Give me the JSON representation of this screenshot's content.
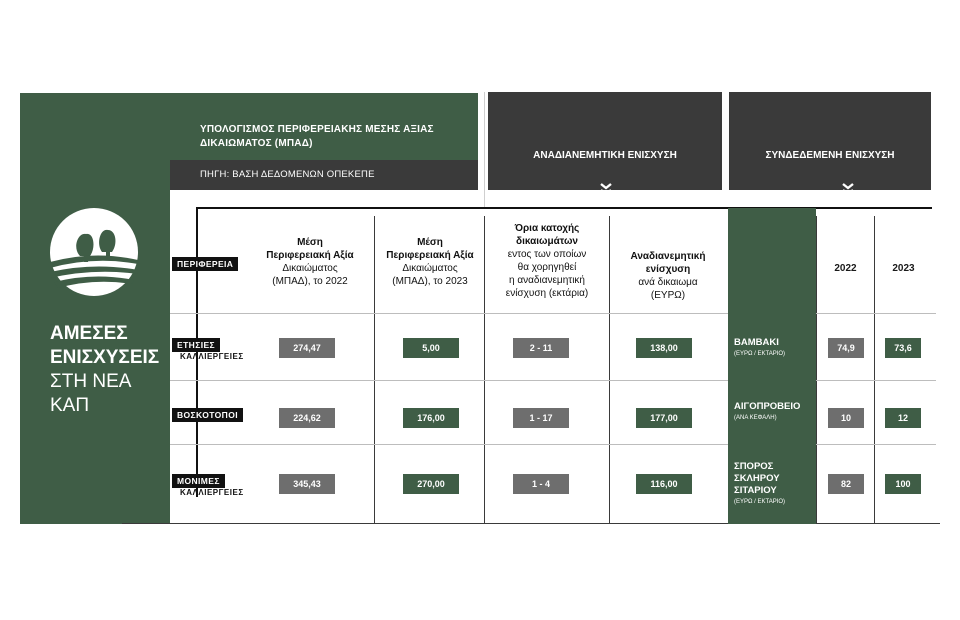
{
  "left_panel": {
    "line1": "ΑΜΕΣΕΣ",
    "line2": "ΕΝΙΣΧΥΣΕΙΣ",
    "line3": "ΣΤΗ ΝΕΑ",
    "line4": "ΚΑΠ"
  },
  "header": {
    "title_line1": "ΥΠΟΛΟΓΙΣΜΟΣ ΠΕΡΙΦΕΡΕΙΑΚΗΣ ΜΕΣΗΣ ΑΞΙΑΣ",
    "title_line2": "ΔΙΚΑΙΩΜΑΤΟΣ (ΜΠΑΔ)",
    "source": "ΠΗΓΗ: ΒΑΣΗ ΔΕΔΟΜΕΝΩΝ ΟΠΕΚΕΠΕ"
  },
  "sections": {
    "redistributive": "ΑΝΑΔΙΑΝΕΜΗΤΙΚΗ ΕΝΙΣΧΥΣΗ",
    "coupled": "ΣΥΝΔΕΔΕΜΕΝΗ ΕΝΙΣΧΥΣΗ"
  },
  "columns": {
    "region": "ΠΕΡΙΦΕΡΕΙΑ",
    "avg2022": [
      "Μέση",
      "Περιφερειακή Αξία",
      "Δικαιώματος",
      "(ΜΠΑΔ), το 2022"
    ],
    "avg2023": [
      "Μέση",
      "Περιφερειακή Αξία",
      "Δικαιώματος",
      "(ΜΠΑΔ), το 2023"
    ],
    "limits": [
      "Όρια κατοχής",
      "δικαιωμάτων",
      "εντος των οποίων",
      "θα χορηγηθεί",
      "η αναδιανεμητική",
      "ενίσχυση (εκτάρια)"
    ],
    "redist": [
      "Αναδιανεμητική",
      "ενίσχυση",
      "ανά δικαιωμα",
      "(ΕΥΡΩ)"
    ],
    "year1": "2022",
    "year2": "2023"
  },
  "rows": [
    {
      "tag": "ΕΤΗΣΙΕΣ",
      "sub": "ΚΑΛΛΙΕΡΓΕΙΕΣ",
      "avg2022": "274,47",
      "avg2023": "5,00",
      "limits": "2 - 11",
      "redist": "138,00",
      "crop": "ΒΑΜΒΑΚΙ",
      "crop2": "",
      "unit": "(ΕΥΡΩ / ΕΚΤΑΡΙΟ)",
      "y2022": "74,9",
      "y2023": "73,6"
    },
    {
      "tag": "ΒΟΣΚΟΤΟΠΟΙ",
      "sub": "",
      "avg2022": "224,62",
      "avg2023": "176,00",
      "limits": "1 - 17",
      "redist": "177,00",
      "crop": "ΑΙΓΟΠΡΟΒΕΙΟ",
      "crop2": "",
      "unit": "(ΑΝΑ ΚΕΦΑΛΗ)",
      "y2022": "10",
      "y2023": "12"
    },
    {
      "tag": "ΜΟΝΙΜΕΣ",
      "sub": "ΚΑΛΛΙΕΡΓΕΙΕΣ",
      "avg2022": "345,43",
      "avg2023": "270,00",
      "limits": "1 - 4",
      "redist": "116,00",
      "crop": "ΣΠΟΡΟΣ ΣΚΛΗΡΟΥ",
      "crop2": "ΣΙΤΑΡΙΟΥ",
      "unit": "(ΕΥΡΩ / ΕΚΤΑΡΙΟ)",
      "y2022": "82",
      "y2023": "100"
    }
  ],
  "colors": {
    "green": "#3f5d46",
    "dark": "#3a3a3a",
    "gray": "#6e6e6e"
  }
}
